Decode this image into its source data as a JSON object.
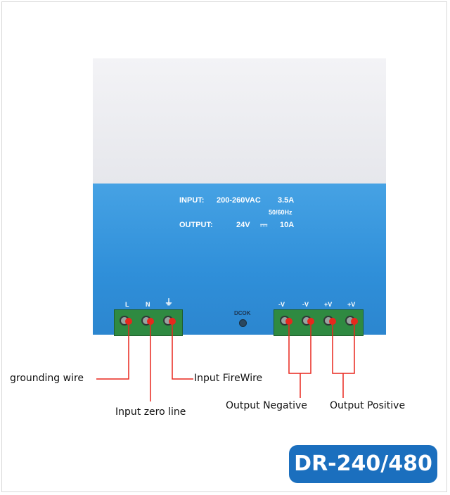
{
  "specs": {
    "input_label": "INPUT:",
    "input_value": "200-260VAC",
    "input_current": "3.5A",
    "frequency": "50/60Hz",
    "output_label": "OUTPUT:",
    "output_voltage": "24V",
    "dc_symbol": "⎓",
    "output_current": "10A"
  },
  "terminals_left": [
    "L",
    "N",
    "⏚"
  ],
  "terminals_right": [
    "-V",
    "-V",
    "+V",
    "+V"
  ],
  "indicator": "DCOK",
  "callouts": {
    "grounding": "grounding wire",
    "zero_line": "Input zero line",
    "firewire": "Input FireWire",
    "negative": "Output Negative",
    "positive": "Output Positive"
  },
  "model": "DR-240/480",
  "colors": {
    "face_blue": "#3a98de",
    "terminal_green": "#2f8a41",
    "wire_red": "#e8271d",
    "badge_blue": "#1b6fbe"
  }
}
